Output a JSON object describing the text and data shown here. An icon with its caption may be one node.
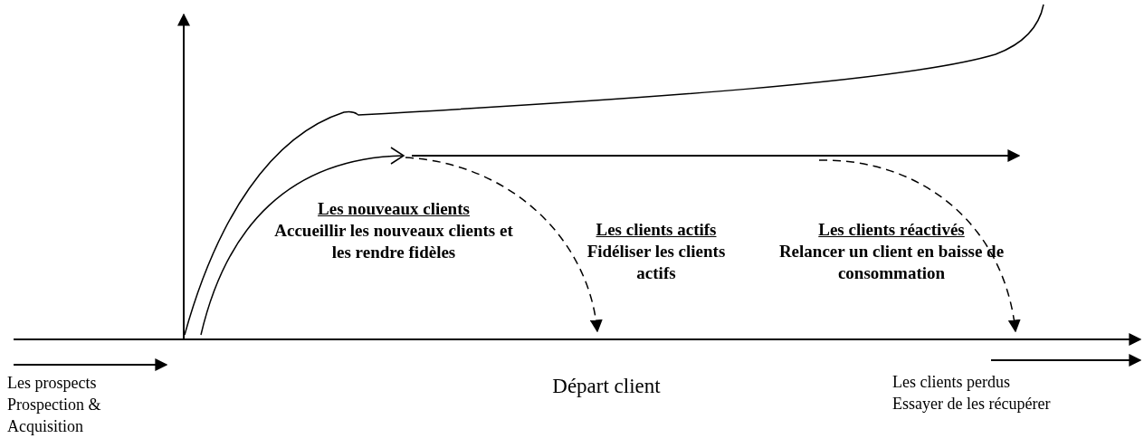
{
  "diagram": {
    "labels": [
      "Les nouveaux clients",
      "Accueillir les nouveaux clients et les rendre fidèles",
      "Les clients actifs",
      "Fidéliser les clients actifs",
      "Les clients réactivés",
      "Relancer un client en baisse de consommation",
      "Les prospects",
      "Prospection & Acquisition",
      "Départ client",
      "Les clients perdus",
      "Essayer de les récupérer"
    ]
  }
}
